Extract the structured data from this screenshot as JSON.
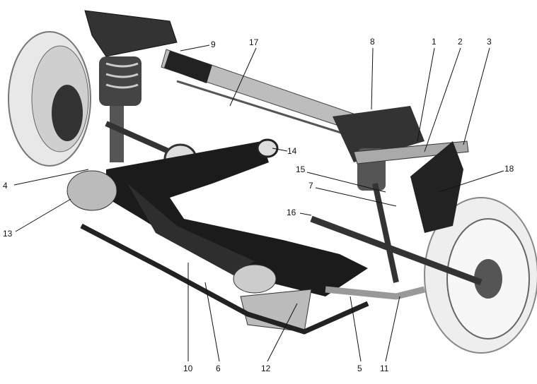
{
  "figure": {
    "title": "Front suspension and subframe assembly (cutaway illustration)",
    "callouts": [
      {
        "id": "1",
        "text": "1"
      },
      {
        "id": "2",
        "text": "2"
      },
      {
        "id": "3",
        "text": "3"
      },
      {
        "id": "4",
        "text": "4"
      },
      {
        "id": "5",
        "text": "5"
      },
      {
        "id": "6",
        "text": "6"
      },
      {
        "id": "7",
        "text": "7"
      },
      {
        "id": "8",
        "text": "8"
      },
      {
        "id": "9",
        "text": "9"
      },
      {
        "id": "10",
        "text": "10"
      },
      {
        "id": "11",
        "text": "11"
      },
      {
        "id": "12",
        "text": "12"
      },
      {
        "id": "13",
        "text": "13"
      },
      {
        "id": "14",
        "text": "14"
      },
      {
        "id": "15",
        "text": "15"
      },
      {
        "id": "16",
        "text": "16"
      },
      {
        "id": "17",
        "text": "17"
      },
      {
        "id": "18",
        "text": "18"
      }
    ]
  }
}
